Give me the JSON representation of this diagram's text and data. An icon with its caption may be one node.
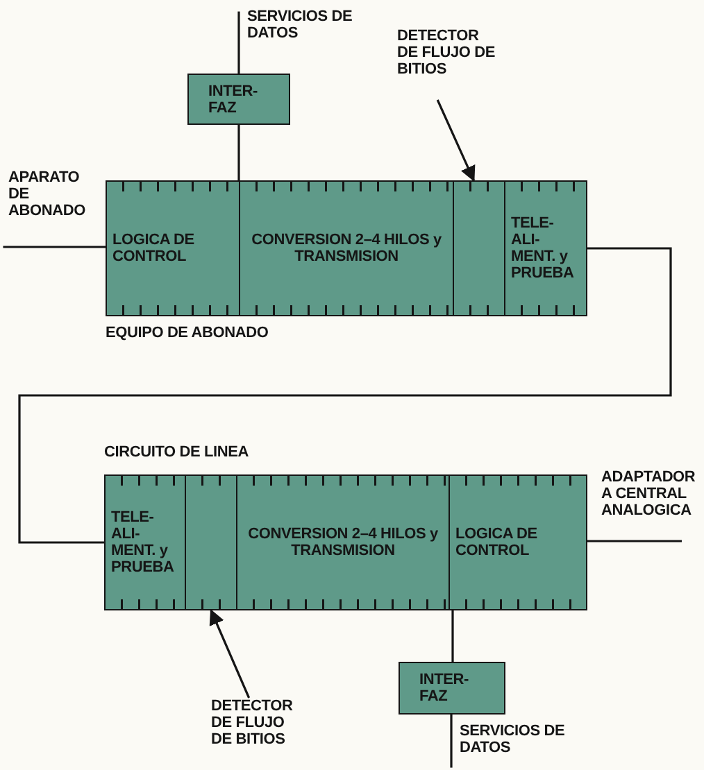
{
  "diagram": {
    "nodes": [
      {
        "text": [
          "SERVICIOS DE DATOS"
        ]
      },
      {
        "text": [
          "INTER- FAZ"
        ]
      },
      {
        "text": [
          "DETECTOR DE FLUJO DE BITIOS"
        ]
      },
      {
        "text": [
          "APARATO DE ABONADO"
        ]
      },
      {
        "text": [
          "EQUIPO DE ABONADO"
        ]
      },
      {
        "text": [
          "LOGICA DE CONTROL"
        ],
        "in": 4
      },
      {
        "text": [
          "CONVERSION 2–4 HILOS y TRANSMISION"
        ],
        "in": 4
      },
      {
        "text": [],
        "shape": "box",
        "in": 4
      },
      {
        "text": [
          "TELE- ALI- MENT. y PRUEBA"
        ],
        "in": 4
      },
      {
        "text": [
          "CIRCUITO DE LINEA"
        ]
      },
      {
        "text": [
          "TELE- ALI- MENT. y PRUEBA"
        ],
        "in": 9
      },
      {
        "text": [],
        "shape": "box",
        "in": 9
      },
      {
        "text": [
          "CONVERSION 2–4 HILOS y TRANSMISION"
        ],
        "in": 9
      },
      {
        "text": [
          "LOGICA DE CONTROL"
        ],
        "in": 9
      },
      {
        "text": [
          "ADAPTADOR A CENTRAL ANALOGICA"
        ]
      },
      {
        "text": [
          "INTER- FAZ"
        ]
      },
      {
        "text": [
          "DETECTOR DE FLUJO DE BITIOS"
        ]
      },
      {
        "text": [
          "SERVICIOS DE DATOS"
        ]
      }
    ],
    "edges": [
      {
        "from": 0,
        "to": 1,
        "arrow": "none"
      },
      {
        "from": 1,
        "to": 4,
        "arrow": "none"
      },
      {
        "from": 2,
        "to": 7,
        "arrow": "to"
      },
      {
        "from": 3,
        "to": 5,
        "arrow": "none"
      },
      {
        "from": 8,
        "to": 10,
        "arrow": "none"
      },
      {
        "from": 13,
        "to": 14,
        "arrow": "none"
      },
      {
        "from": 13,
        "to": 15,
        "arrow": "none"
      },
      {
        "from": 15,
        "to": 17,
        "arrow": "none"
      },
      {
        "from": 16,
        "to": 11,
        "arrow": "to"
      }
    ]
  }
}
